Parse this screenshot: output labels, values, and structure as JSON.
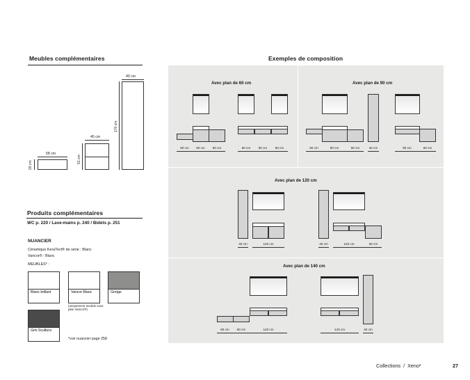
{
  "left": {
    "meubles_title": "Meubles complémentaires",
    "dims": {
      "col_width": "40 cm",
      "col_height": "170 cm",
      "mid_width": "45 cm",
      "mid_height": "51 cm",
      "low_width": "58 cm",
      "low_height": "20 cm"
    },
    "produits_title": "Produits complémentaires",
    "produits_line": "WC p. 220 / Lave-mains p. 240 / Bidets p. 251",
    "nuancier_title": "NUANCIER",
    "nuancier_line1": "Céramique KeraTect® de série : Blanc",
    "nuancier_line2": "Varicor® : Blanc",
    "meubles_label": "MEUBLES* :",
    "swatches": [
      {
        "label": "Blanc brillant",
        "color": "#ffffff"
      },
      {
        "label": "Varicor Blanc",
        "color": "#ffffff"
      },
      {
        "label": "Greige",
        "color": "#8e8e8c"
      },
      {
        "label": "Gris Scultura",
        "color": "#4a4a4a"
      }
    ],
    "varicor_note": "(uniquement meuble sous plan Varicor®)",
    "footnote": "*voir nuancier page 258"
  },
  "right": {
    "title": "Exemples de composition",
    "plan60": {
      "title": "Avec plan de 60 cm",
      "a_dims": [
        "60 cm",
        "60 cm",
        "60 cm"
      ],
      "b_dims": [
        "60 cm",
        "60 cm",
        "60 cm"
      ]
    },
    "plan90": {
      "title": "Avec plan de 90 cm",
      "a_dims": [
        "60 cm",
        "90 cm",
        "60 cm",
        "40 cm"
      ],
      "b_dims": [
        "90 cm",
        "60 cm"
      ]
    },
    "plan120": {
      "title": "Avec plan de 120 cm",
      "a_dims": [
        "40 cm",
        "120 cm"
      ],
      "b_dims": [
        "40 cm",
        "120 cm",
        "60 cm"
      ]
    },
    "plan140": {
      "title": "Avec plan de 140 cm",
      "a_dims": [
        "60 cm",
        "60 cm",
        "140 cm"
      ],
      "b_dims": [
        "140 cm",
        "40 cm"
      ]
    }
  },
  "footer": {
    "collection": "Collections  /  Xeno²",
    "page": "27"
  },
  "colors": {
    "panel_bg": "#e8e8e6",
    "furniture_fill": "#d4d4d4",
    "text": "#1a1a1a"
  }
}
